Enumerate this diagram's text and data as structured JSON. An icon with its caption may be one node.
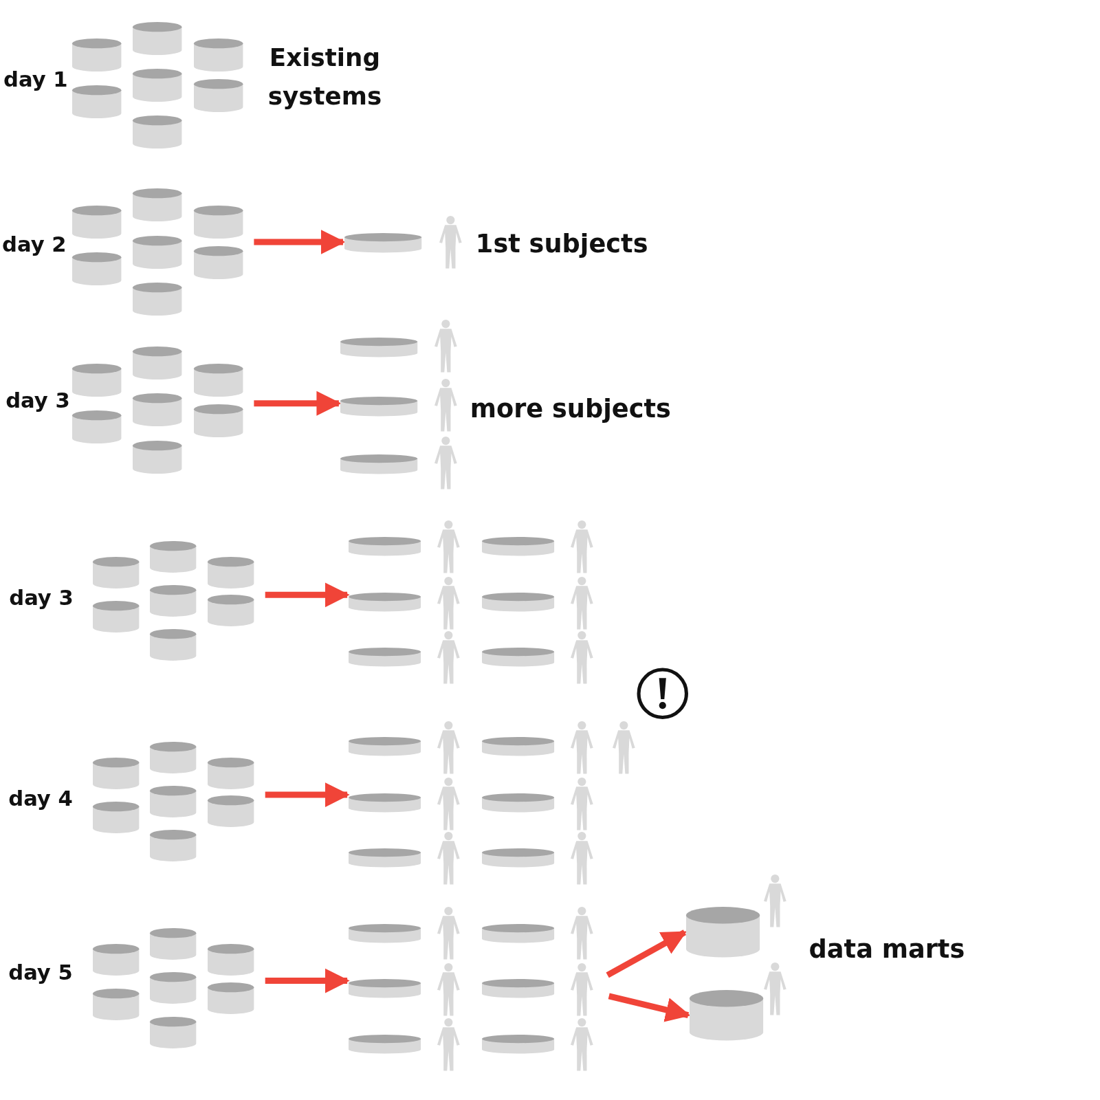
{
  "diagram": {
    "nodes": [
      {
        "text": [],
        "shape": "cylinder"
      },
      {
        "text": [],
        "shape": "cylinder"
      },
      {
        "text": [],
        "shape": "cylinder"
      },
      {
        "text": [],
        "shape": "cylinder"
      },
      {
        "text": [],
        "shape": "cylinder"
      },
      {
        "text": [],
        "shape": "cylinder"
      },
      {
        "text": [],
        "shape": "cylinder"
      },
      {
        "text": [],
        "shape": "cylinder"
      },
      {
        "text": [],
        "shape": "cylinder"
      },
      {
        "text": [],
        "shape": "cylinder"
      },
      {
        "text": [],
        "shape": "cylinder"
      },
      {
        "text": [],
        "shape": "cylinder"
      },
      {
        "text": [],
        "shape": "cylinder"
      },
      {
        "text": [],
        "shape": "cylinder"
      },
      {
        "text": [],
        "shape": "cylinder"
      },
      {
        "text": [],
        "shape": "cylinder"
      },
      {
        "text": [],
        "shape": "cylinder"
      },
      {
        "text": [],
        "shape": "cylinder"
      },
      {
        "text": [],
        "shape": "cylinder"
      },
      {
        "text": [],
        "shape": "cylinder"
      },
      {
        "text": [],
        "shape": "cylinder"
      },
      {
        "text": [],
        "shape": "cylinder"
      },
      {
        "text": [],
        "shape": "cylinder"
      },
      {
        "text": [],
        "shape": "cylinder"
      },
      {
        "text": [],
        "shape": "cylinder"
      },
      {
        "text": [],
        "shape": "cylinder"
      },
      {
        "text": [],
        "shape": "cylinder"
      },
      {
        "text": [],
        "shape": "cylinder"
      },
      {
        "text": [],
        "shape": "cylinder"
      },
      {
        "text": [],
        "shape": "cylinder"
      },
      {
        "text": [],
        "shape": "cylinder"
      },
      {
        "text": [],
        "shape": "cylinder"
      },
      {
        "text": [],
        "shape": "cylinder"
      },
      {
        "text": [],
        "shape": "cylinder"
      },
      {
        "text": [],
        "shape": "cylinder"
      },
      {
        "text": [],
        "shape": "cylinder"
      },
      {
        "text": [],
        "shape": "cylinder"
      },
      {
        "text": [],
        "shape": "cylinder"
      },
      {
        "text": [],
        "shape": "cylinder"
      },
      {
        "text": [],
        "shape": "cylinder"
      },
      {
        "text": [],
        "shape": "cylinder"
      },
      {
        "text": [],
        "shape": "cylinder"
      },
      {
        "text": [],
        "shape": "cylinder"
      },
      {
        "text": [],
        "shape": "cylinder"
      },
      {
        "text": [],
        "shape": "cylinder"
      },
      {
        "text": [],
        "shape": "cylinder"
      },
      {
        "text": [],
        "shape": "cylinder"
      },
      {
        "text": [],
        "shape": "cylinder"
      },
      {
        "text": [],
        "shape": "cylinder"
      },
      {
        "text": [],
        "shape": "cylinder"
      },
      {
        "text": [],
        "shape": "cylinder"
      },
      {
        "text": [],
        "shape": "cylinder"
      },
      {
        "text": [],
        "shape": "cylinder"
      },
      {
        "text": [],
        "shape": "cylinder"
      },
      {
        "text": [],
        "shape": "cylinder"
      },
      {
        "text": [],
        "shape": "cylinder"
      },
      {
        "text": [],
        "shape": "cylinder"
      },
      {
        "text": [],
        "shape": "cylinder"
      },
      {
        "text": [],
        "shape": "cylinder"
      },
      {
        "text": [],
        "shape": "cylinder"
      },
      {
        "text": [],
        "shape": "cylinder"
      },
      {
        "text": [],
        "shape": "cylinder"
      },
      {
        "text": [],
        "shape": "cylinder"
      },
      {
        "text": [],
        "shape": "cylinder"
      },
      {
        "text": [],
        "shape": "cylinder"
      },
      {
        "text": [],
        "shape": "cylinder"
      }
    ],
    "edges": [
      {
        "from": 13,
        "to": 14,
        "arrow": "to"
      },
      {
        "from": 21,
        "to": 23,
        "arrow": "to"
      },
      {
        "from": 31,
        "to": 33,
        "arrow": "to"
      },
      {
        "from": 44,
        "to": 46,
        "arrow": "to"
      },
      {
        "from": 57,
        "to": 59,
        "arrow": "to"
      },
      {
        "from": null,
        "to": 64,
        "arrow": "to"
      },
      {
        "from": null,
        "to": 65,
        "arrow": "to"
      }
    ],
    "labels": [
      "day 1",
      "Existing systems",
      "day 2",
      "1st subjects",
      "day 3",
      "more subjects",
      "day 3",
      "day 4",
      "day 5",
      "data marts"
    ]
  }
}
